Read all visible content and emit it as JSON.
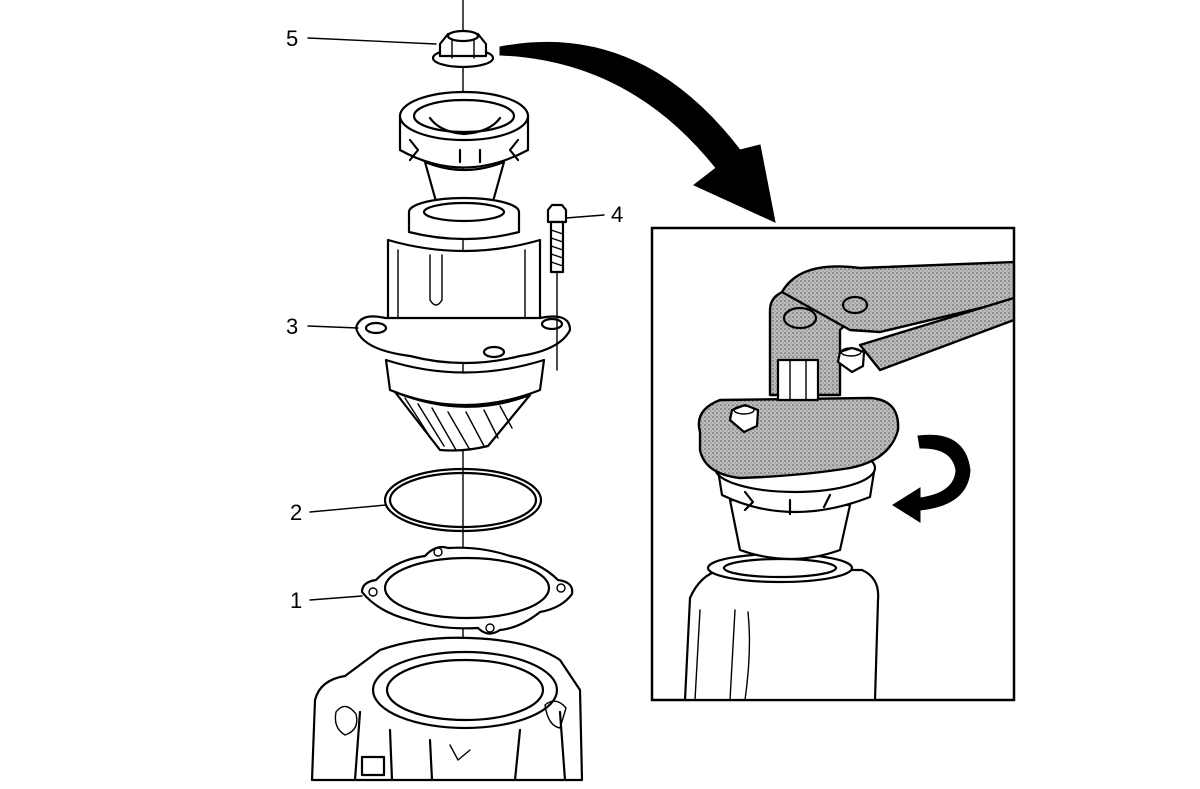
{
  "callouts": [
    {
      "id": "5",
      "label": "5"
    },
    {
      "id": "4",
      "label": "4"
    },
    {
      "id": "3",
      "label": "3"
    },
    {
      "id": "2",
      "label": "2"
    },
    {
      "id": "1",
      "label": "1"
    }
  ],
  "colors": {
    "line": "#000000",
    "background": "#ffffff",
    "tool_fill": "#a9a9a9"
  }
}
